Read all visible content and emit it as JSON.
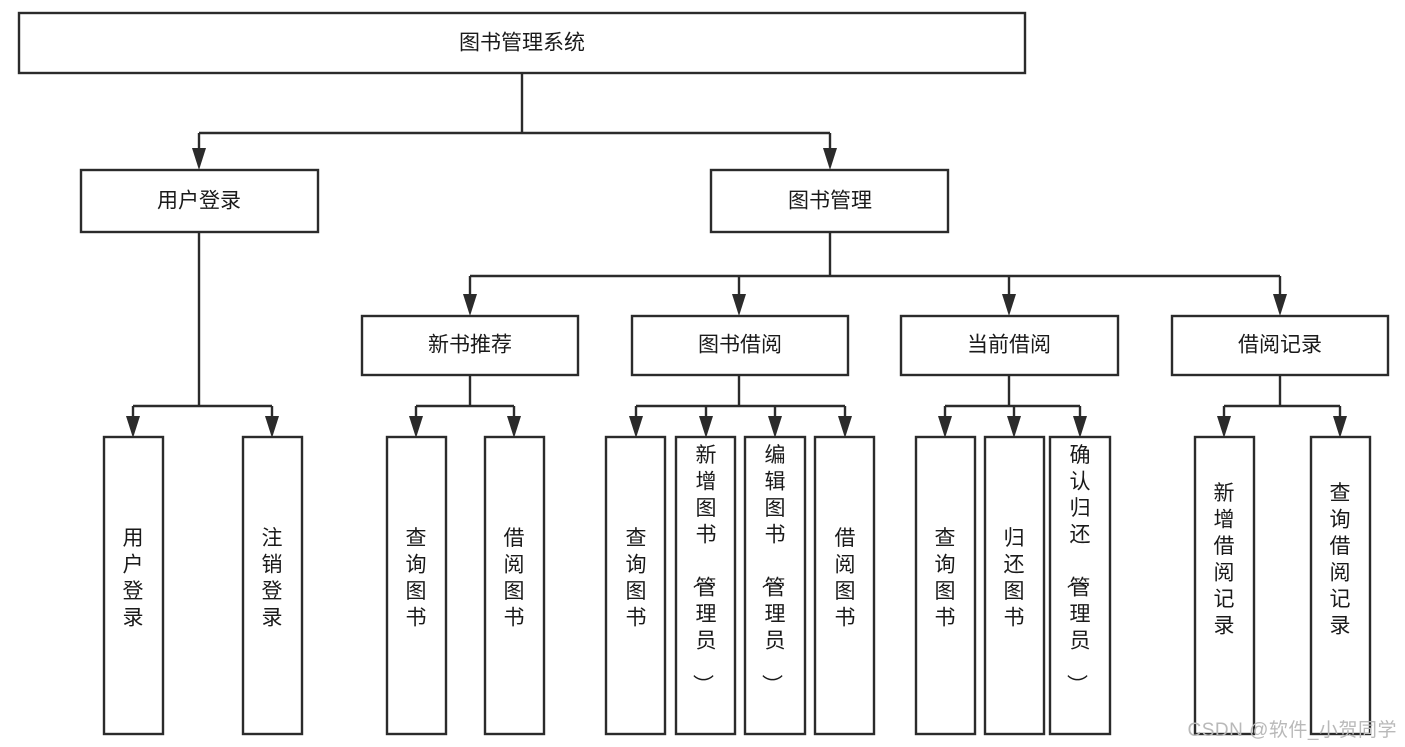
{
  "diagram": {
    "type": "tree-hierarchy-chart",
    "title": "图书管理系统",
    "background_color": "#ffffff",
    "box_stroke_color": "#2b2b2b",
    "text_color": "#1a1a1a",
    "root": {
      "id": "root",
      "label": "图书管理系统",
      "orientation": "horizontal"
    },
    "level2": [
      {
        "id": "user-login",
        "label": "用户登录",
        "orientation": "horizontal"
      },
      {
        "id": "book-management",
        "label": "图书管理",
        "orientation": "horizontal"
      }
    ],
    "level3": [
      {
        "id": "new-book-recommend",
        "label": "新书推荐",
        "orientation": "horizontal",
        "parent": "book-management"
      },
      {
        "id": "book-borrow",
        "label": "图书借阅",
        "orientation": "horizontal",
        "parent": "book-management"
      },
      {
        "id": "current-borrow",
        "label": "当前借阅",
        "orientation": "horizontal",
        "parent": "book-management"
      },
      {
        "id": "borrow-record",
        "label": "借阅记录",
        "orientation": "horizontal",
        "parent": "book-management"
      }
    ],
    "leaves": [
      {
        "id": "leaf-user-login",
        "label": "用户登录",
        "orientation": "vertical",
        "parent": "user-login"
      },
      {
        "id": "leaf-user-logout",
        "label": "注销登录",
        "orientation": "vertical",
        "parent": "user-login"
      },
      {
        "id": "leaf-query-book-1",
        "label": "查询图书",
        "orientation": "vertical",
        "parent": "new-book-recommend"
      },
      {
        "id": "leaf-borrow-book-1",
        "label": "借阅图书",
        "orientation": "vertical",
        "parent": "new-book-recommend"
      },
      {
        "id": "leaf-query-book-2",
        "label": "查询图书",
        "orientation": "vertical",
        "parent": "book-borrow"
      },
      {
        "id": "leaf-add-book",
        "label": "新增图书（管理员）",
        "orientation": "vertical",
        "parent": "book-borrow"
      },
      {
        "id": "leaf-edit-book",
        "label": "编辑图书（管理员）",
        "orientation": "vertical",
        "parent": "book-borrow"
      },
      {
        "id": "leaf-borrow-book-2",
        "label": "借阅图书",
        "orientation": "vertical",
        "parent": "book-borrow"
      },
      {
        "id": "leaf-query-book-3",
        "label": "查询图书",
        "orientation": "vertical",
        "parent": "current-borrow"
      },
      {
        "id": "leaf-return-book",
        "label": "归还图书",
        "orientation": "vertical",
        "parent": "current-borrow"
      },
      {
        "id": "leaf-confirm-return",
        "label": "确认归还（管理员）",
        "orientation": "vertical",
        "parent": "current-borrow"
      },
      {
        "id": "leaf-add-record",
        "label": "新增借阅记录",
        "orientation": "vertical",
        "parent": "borrow-record"
      },
      {
        "id": "leaf-query-record",
        "label": "查询借阅记录",
        "orientation": "vertical",
        "parent": "borrow-record"
      }
    ]
  },
  "watermark": {
    "text": "CSDN @软件_小贺同学",
    "color": "#b9b9b9"
  }
}
